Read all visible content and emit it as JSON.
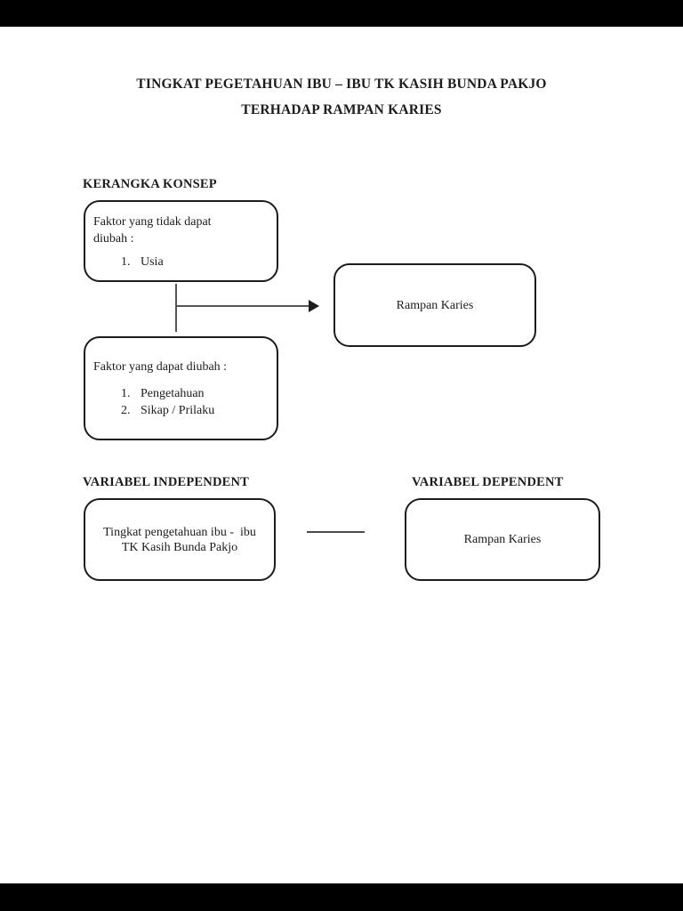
{
  "document": {
    "title_line1": "TINGKAT PEGETAHUAN IBU – IBU TK KASIH BUNDA PAKJO",
    "title_line2": "TERHADAP RAMPAN KARIES"
  },
  "concept": {
    "heading": "KERANGKA KONSEP",
    "box_unchangeable": {
      "label_line1": "Faktor yang tidak dapat",
      "label_line2": "diubah :",
      "items": [
        {
          "num": "1.",
          "text": "Usia"
        }
      ]
    },
    "box_changeable": {
      "label": "Faktor yang dapat diubah :",
      "items": [
        {
          "num": "1.",
          "text": "Pengetahuan"
        },
        {
          "num": "2.",
          "text": "Sikap / Prilaku"
        }
      ]
    },
    "box_outcome": {
      "label": "Rampan Karies"
    }
  },
  "variables": {
    "independent_heading": "VARIABEL INDEPENDENT",
    "dependent_heading": "VARIABEL DEPENDENT",
    "independent_box_line1": "Tingkat pengetahuan ibu -  ibu",
    "independent_box_line2": "TK Kasih Bunda Pakjo",
    "dependent_box_label": "Rampan Karies"
  },
  "colors": {
    "letterbox": "#000000",
    "page_background": "#ffffff",
    "text": "#1c1c1c",
    "box_border": "#1c1c1c",
    "connector": "#555555"
  }
}
